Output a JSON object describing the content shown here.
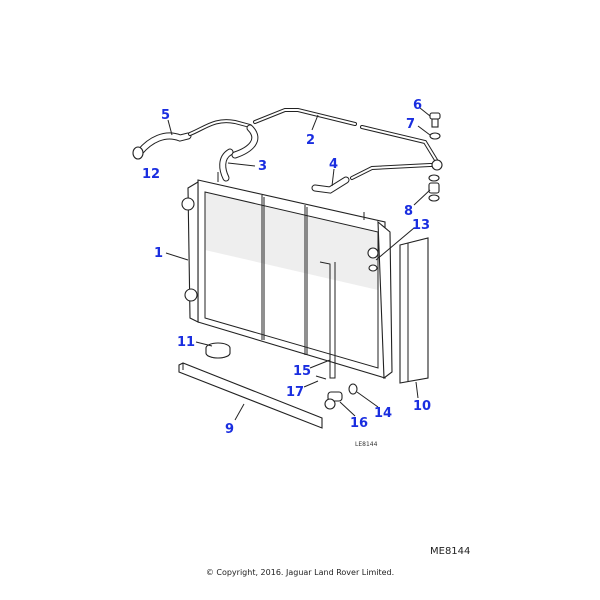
{
  "diagram": {
    "drawing_code": "LE8144",
    "callouts": [
      "1",
      "2",
      "3",
      "4",
      "5",
      "6",
      "7",
      "8",
      "9",
      "10",
      "11",
      "12",
      "13",
      "14",
      "15",
      "16",
      "17"
    ]
  },
  "footer": {
    "reference": "ME8144",
    "copyright": "© Copyright, 2016. Jaguar Land Rover Limited."
  }
}
